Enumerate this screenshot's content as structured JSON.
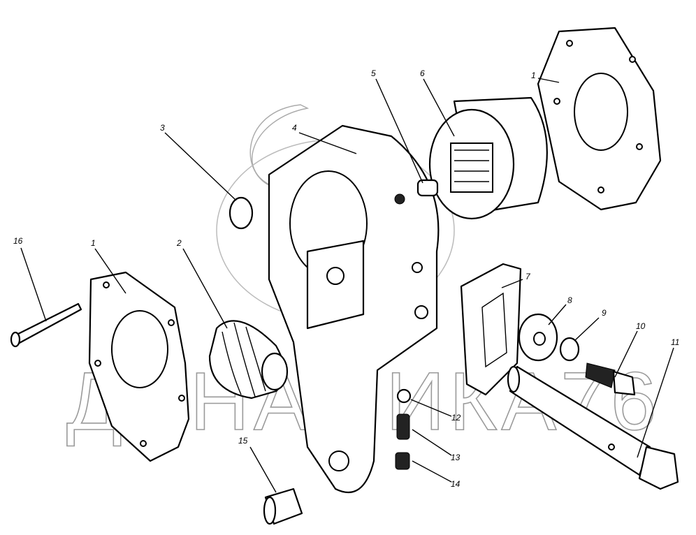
{
  "diagram": {
    "watermark": "ДИНАМИКА76",
    "callouts": [
      {
        "id": "1a",
        "label": "1"
      },
      {
        "id": "1b",
        "label": "1"
      },
      {
        "id": "2",
        "label": "2"
      },
      {
        "id": "3",
        "label": "3"
      },
      {
        "id": "4",
        "label": "4"
      },
      {
        "id": "5",
        "label": "5"
      },
      {
        "id": "6",
        "label": "6"
      },
      {
        "id": "7",
        "label": "7"
      },
      {
        "id": "8",
        "label": "8"
      },
      {
        "id": "9",
        "label": "9"
      },
      {
        "id": "10",
        "label": "10"
      },
      {
        "id": "11",
        "label": "11"
      },
      {
        "id": "12",
        "label": "12"
      },
      {
        "id": "13",
        "label": "13"
      },
      {
        "id": "14",
        "label": "14"
      },
      {
        "id": "15",
        "label": "15"
      },
      {
        "id": "16",
        "label": "16"
      }
    ]
  }
}
